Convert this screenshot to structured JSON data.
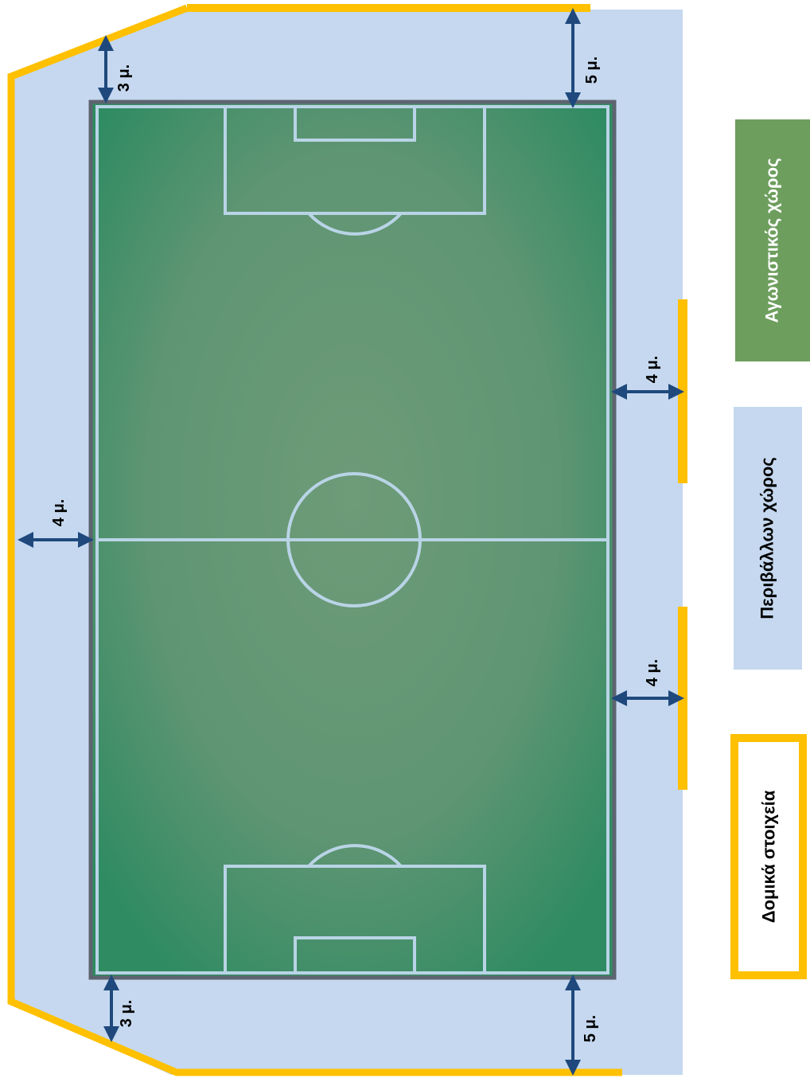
{
  "colors": {
    "surrounding": "#c5d8ef",
    "pitch_edge": "#2e8b62",
    "pitch_center": "#6e9b78",
    "pitch_border": "#5d6470",
    "pitch_lines": "#b9d4e6",
    "structural": "#ffc000",
    "arrow": "#1f497d",
    "legend_pitch": "#6d9e5d",
    "legend_pitch_text": "#ffffff",
    "legend_text": "#000000"
  },
  "dimensions": {
    "top_left": "3 μ.",
    "top_right": "5 μ.",
    "left_middle": "4 μ.",
    "right_upper": "4 μ.",
    "right_lower": "4 μ.",
    "bottom_left": "3 μ.",
    "bottom_right": "5 μ."
  },
  "legend": {
    "competition_area": "Αγωνιστικός χώρος",
    "surrounding_area": "Περιβάλλων χώρος",
    "structural_elements": "Δομικά στοιχεία"
  }
}
